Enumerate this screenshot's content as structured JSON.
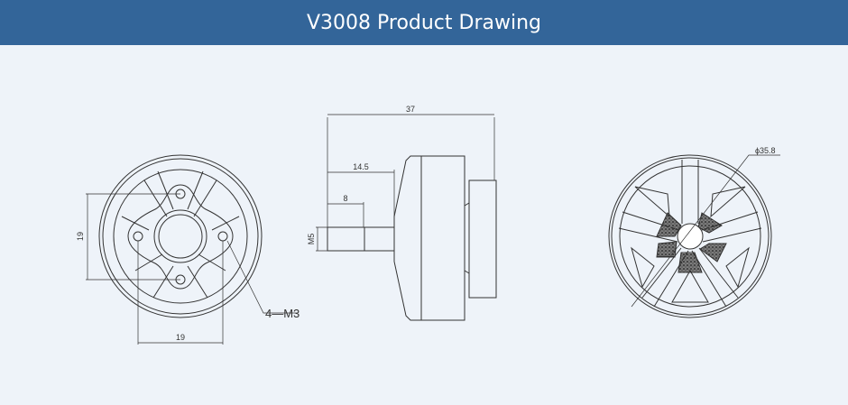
{
  "header": {
    "title": "V3008 Product Drawing"
  },
  "front_view": {
    "dim_vertical": "19",
    "dim_horizontal": "19",
    "hole_callout": "4—M3"
  },
  "side_view": {
    "dim_total_length": "37",
    "dim_shaft_length": "14.5",
    "dim_thread_length": "8",
    "dim_thread": "M5"
  },
  "top_view": {
    "dim_diameter": "ϕ35.8"
  },
  "colors": {
    "header": "#336599",
    "background": "#eef3f9",
    "line": "#333333"
  }
}
